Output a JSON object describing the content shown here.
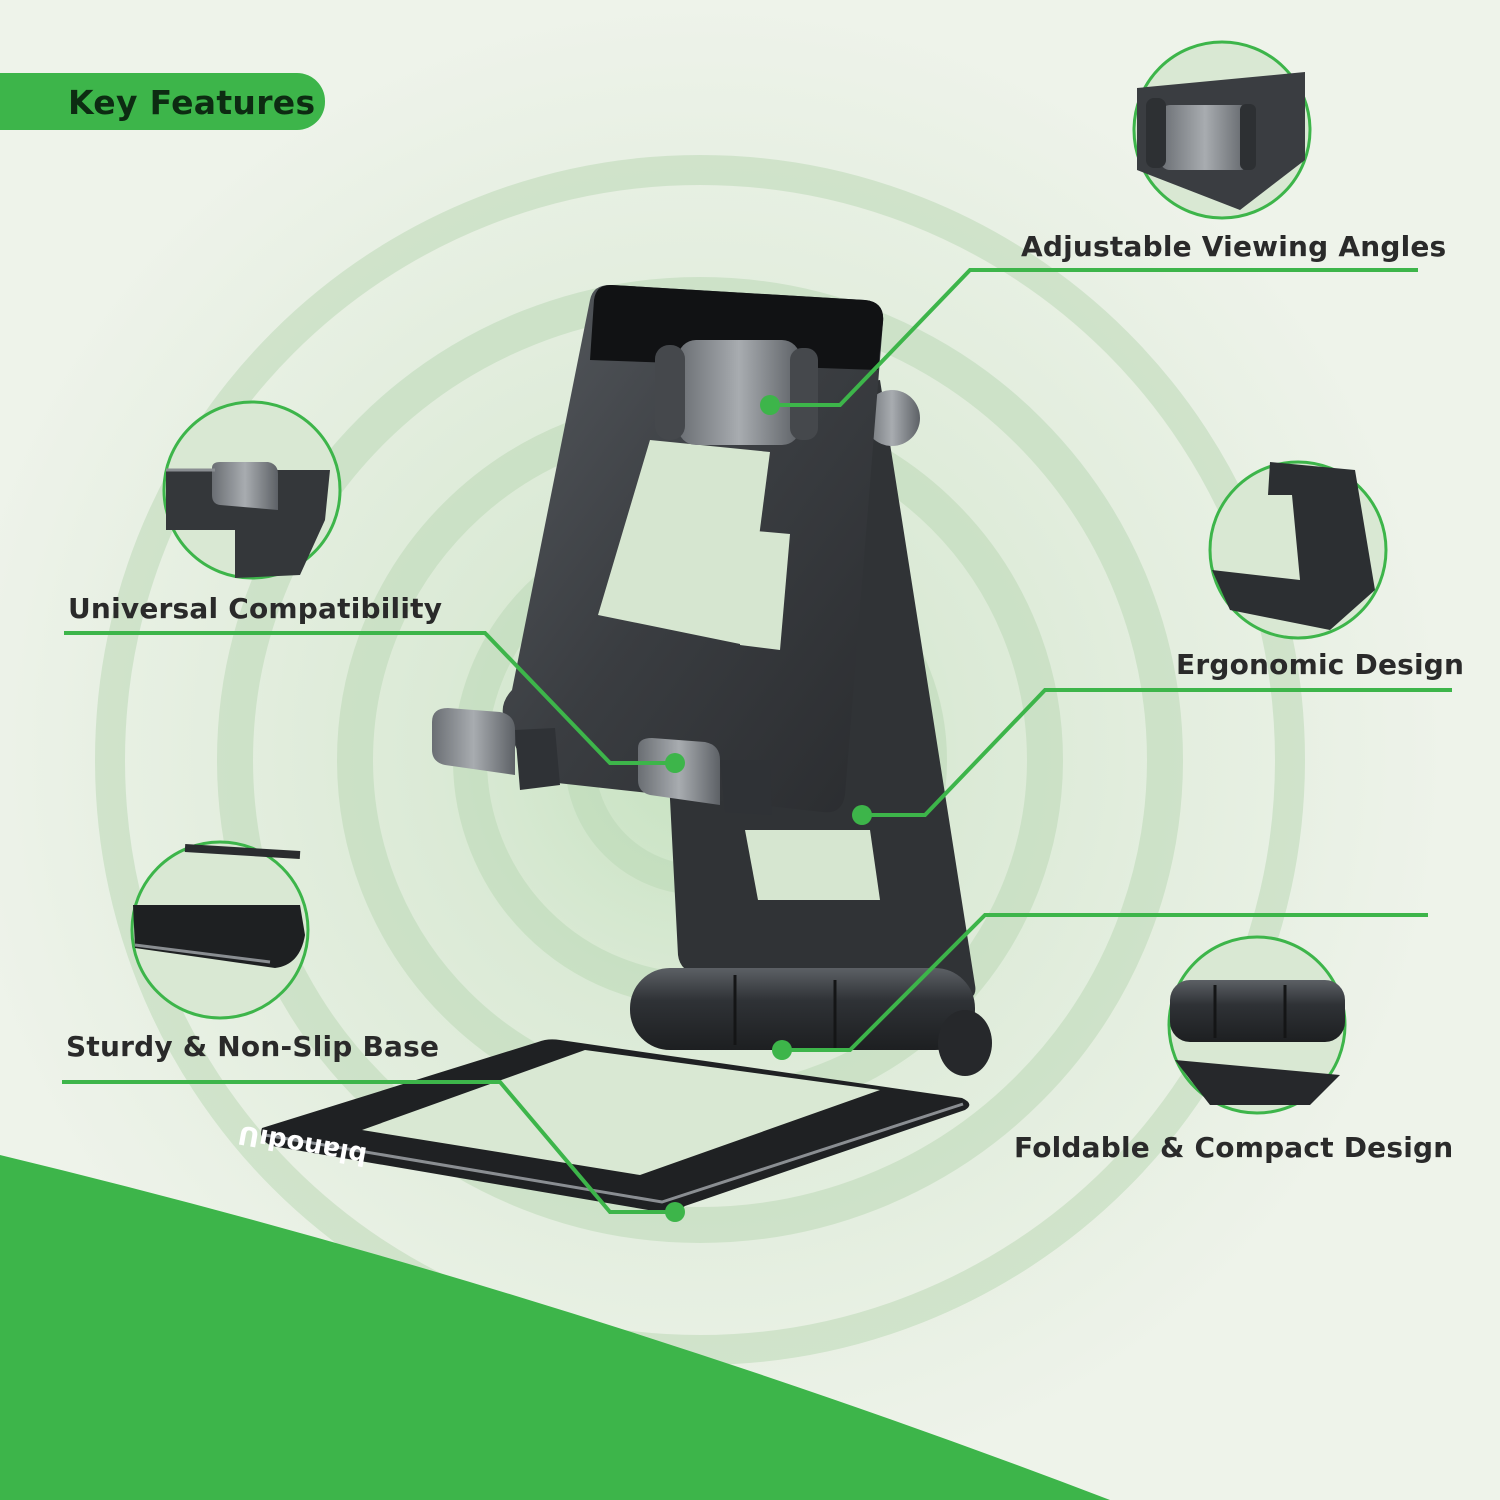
{
  "header": {
    "title": "Key Features"
  },
  "features": [
    {
      "label": "Adjustable Viewing Angles",
      "icon": "hinge-closeup-icon"
    },
    {
      "label": "Universal Compatibility",
      "icon": "lip-closeup-icon"
    },
    {
      "label": "Ergonomic Design",
      "icon": "frame-closeup-icon"
    },
    {
      "label": "Sturdy & Non-Slip Base",
      "icon": "base-closeup-icon"
    },
    {
      "label": "Foldable & Compact Design",
      "icon": "barrel-hinge-closeup-icon"
    }
  ],
  "product": {
    "brand_mark": "blanodıU"
  },
  "colors": {
    "accent": "#3db54a",
    "background": "#eef3ea",
    "metal": "#3a3d41",
    "text": "#2a2a2a"
  }
}
